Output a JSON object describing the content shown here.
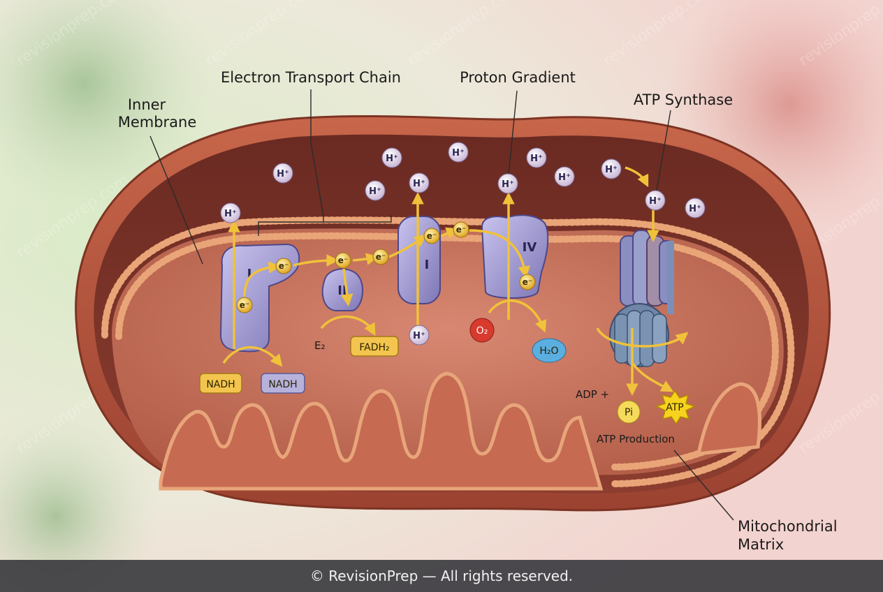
{
  "labels": {
    "inner_membrane_line1": "Inner",
    "inner_membrane_line2": "Membrane",
    "etc": "Electron Transport Chain",
    "proton_gradient": "Proton Gradient",
    "atp_synthase": "ATP Synthase",
    "matrix_line1": "Mitochondrial",
    "matrix_line2": "Matrix",
    "atp_production": "ATP Production",
    "adp_plus": "ADP +"
  },
  "complexes": {
    "c1": "I",
    "c2": "II",
    "c3": "I",
    "c4": "IV"
  },
  "molecules": {
    "nadh_left": "NADH",
    "nadh_right": "NADH",
    "fadh2": "FADH₂",
    "e2": "E₂",
    "o2": "O₂",
    "h2o": "H₂O",
    "pi": "Pi",
    "atp": "ATP"
  },
  "ions": {
    "proton": "H⁺",
    "electron": "e⁻"
  },
  "watermark": "revisionprep.com",
  "footer": "© RevisionPrep — All rights reserved."
}
